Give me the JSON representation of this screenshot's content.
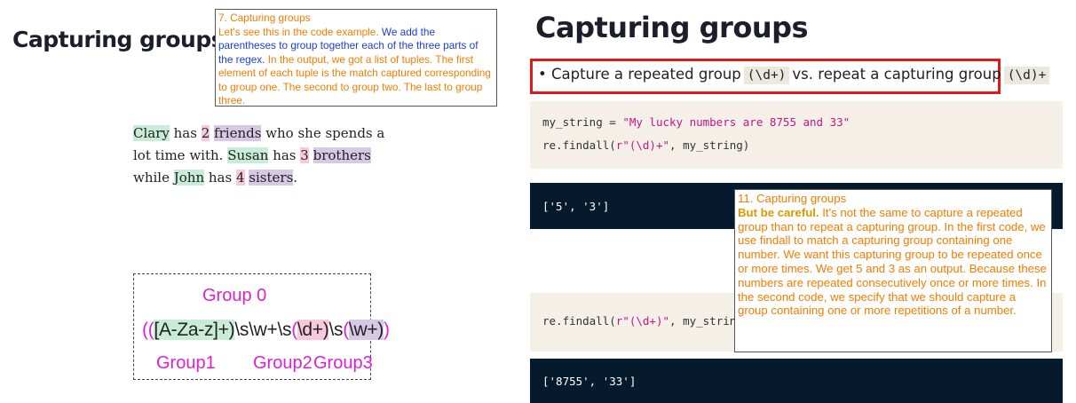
{
  "left": {
    "title": "Capturing groups",
    "note": {
      "heading": "7. Capturing groups",
      "p1": "Let's see this in the code example. ",
      "p2_blue": "We add the parentheses to group together each of the three parts of the regex.",
      "p3": " In the output, we got a list of tuples. The first element of each tuple is the match captured corresponding to group one. The second to group two. The last to group three."
    },
    "sentence": {
      "w1": "Clary",
      "w2": " has ",
      "w3": "2",
      "w4": " ",
      "w5": "friends",
      "w6": " who she spends a lot time with. ",
      "w7": "Susan",
      "w8": " has ",
      "w9": "3",
      "w10": " ",
      "w11": "brothers",
      "w12": " while ",
      "w13": "John",
      "w14": " has ",
      "w15": "4",
      "w16": " ",
      "w17": "sisters",
      "w18": "."
    },
    "regex": {
      "group0": "Group 0",
      "p_open": "(",
      "part1": "[A-Za-z]+)",
      "mid1": "\\s\\w+\\s",
      "part2": "\\d+)",
      "mid2": "\\s",
      "part3": "\\w+)",
      "group1": "Group1",
      "group2": "Group2",
      "group3": "Group3"
    }
  },
  "right": {
    "title": "Capturing groups",
    "bullet": {
      "mark": "•",
      "t1": "Capture a repeated group",
      "c1": "(\\d+)",
      "t2": "vs. repeat a capturing group",
      "c2": "(\\d)+"
    },
    "code1": {
      "line1_a": "my_string = ",
      "line1_str": "\"My lucky numbers are 8755 and 33\"",
      "line2_a": "re.findall(",
      "line2_str": "r\"(\\d)+\"",
      "line2_b": ", my_string)"
    },
    "out1": "['5', '3']",
    "code2": {
      "a": "re.findall(",
      "str": "r\"(\\d+)\"",
      "b": ", my_string)"
    },
    "out2": "['8755', '33']",
    "note": {
      "heading": "11. Capturing groups",
      "bold": "But be careful.",
      "rest": " It's not the same to capture a repeated group than to repeat a capturing group. In the first code, we use findall to match a capturing group containing one number. We want this capturing group to be repeated once or more times. We get 5 and 3 as an output. Because these numbers are repeated consecutively once or more times. In the second code, we specify that we should capture a group containing one or more repetitions of a number."
    }
  },
  "colors": {
    "accent_orange": "#f57c00",
    "blue": "#1a3fd6",
    "magenta": "#e020d0",
    "red_border": "#e01818",
    "dark_bg": "#061a2e"
  }
}
